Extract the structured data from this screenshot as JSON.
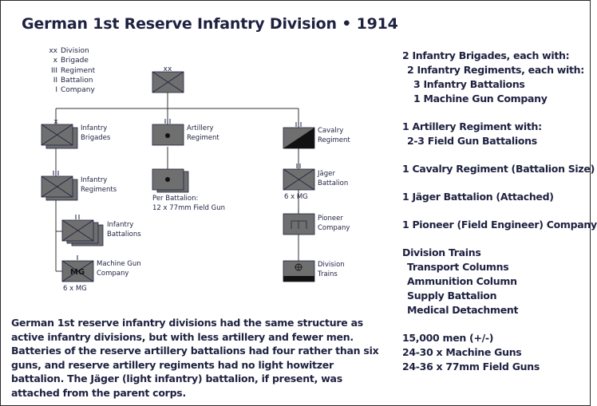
{
  "title": "German 1st Reserve Infantry Division  •  1914",
  "legend": [
    {
      "symbol": "xx",
      "label": "Division"
    },
    {
      "symbol": "x",
      "label": "Brigade"
    },
    {
      "symbol": "III",
      "label": "Regiment"
    },
    {
      "symbol": "II",
      "label": "Battalion"
    },
    {
      "symbol": "I",
      "label": "Company"
    }
  ],
  "units": {
    "infantry_brigades": [
      "Infantry",
      "Brigades"
    ],
    "infantry_regiments": [
      "Infantry",
      "Regiments"
    ],
    "infantry_battalions": [
      "Infantry",
      "Battalions"
    ],
    "machine_gun_company": [
      "Machine Gun",
      "Company"
    ],
    "mg_box_label": "MG",
    "mg_note": "6 x MG",
    "artillery_regiment": [
      "Artillery",
      "Regiment"
    ],
    "artillery_note": [
      "Per Battalion:",
      "12 x 77mm Field Gun"
    ],
    "cavalry_regiment": [
      "Cavalry",
      "Regiment"
    ],
    "jager_battalion": [
      "Jäger",
      "Battalion"
    ],
    "jager_note": "6 x MG",
    "pioneer_company": [
      "Pioneer",
      "Company"
    ],
    "division_trains": [
      "Division",
      "Trains"
    ]
  },
  "summary": [
    {
      "text": "2 Infantry Brigades, each with:",
      "indent": 0
    },
    {
      "text": "2 Infantry Regiments, each with:",
      "indent": 1
    },
    {
      "text": "3 Infantry Battalions",
      "indent": 2
    },
    {
      "text": "1 Machine Gun Company",
      "indent": 2
    },
    {
      "text": "",
      "indent": 0
    },
    {
      "text": "1 Artillery Regiment with:",
      "indent": 0
    },
    {
      "text": "2-3 Field Gun Battalions",
      "indent": 1
    },
    {
      "text": "",
      "indent": 0
    },
    {
      "text": "1 Cavalry Regiment (Battalion Size)",
      "indent": 0
    },
    {
      "text": "",
      "indent": 0
    },
    {
      "text": "1 Jäger Battalion (Attached)",
      "indent": 0
    },
    {
      "text": "",
      "indent": 0
    },
    {
      "text": "1 Pioneer (Field Engineer) Company",
      "indent": 0
    },
    {
      "text": "",
      "indent": 0
    },
    {
      "text": "Division Trains",
      "indent": 0
    },
    {
      "text": "Transport Columns",
      "indent": 1
    },
    {
      "text": "Ammunition Column",
      "indent": 1
    },
    {
      "text": "Supply Battalion",
      "indent": 1
    },
    {
      "text": "Medical Detachment",
      "indent": 1
    },
    {
      "text": "",
      "indent": 0
    },
    {
      "text": "15,000 men (+/-)",
      "indent": 0
    },
    {
      "text": "24-30 x Machine Guns",
      "indent": 0
    },
    {
      "text": "24-36 x 77mm Field Guns",
      "indent": 0
    }
  ],
  "description": "German 1st reserve infantry divisions had the same structure as active infantry divisions, but with less artillery and fewer men. Batteries of the reserve artillery battalions had four rather than six guns, and reserve artillery regiments had no light howitzer battalion. The Jäger (light infantry) battalion, if present, was attached from the parent corps."
}
